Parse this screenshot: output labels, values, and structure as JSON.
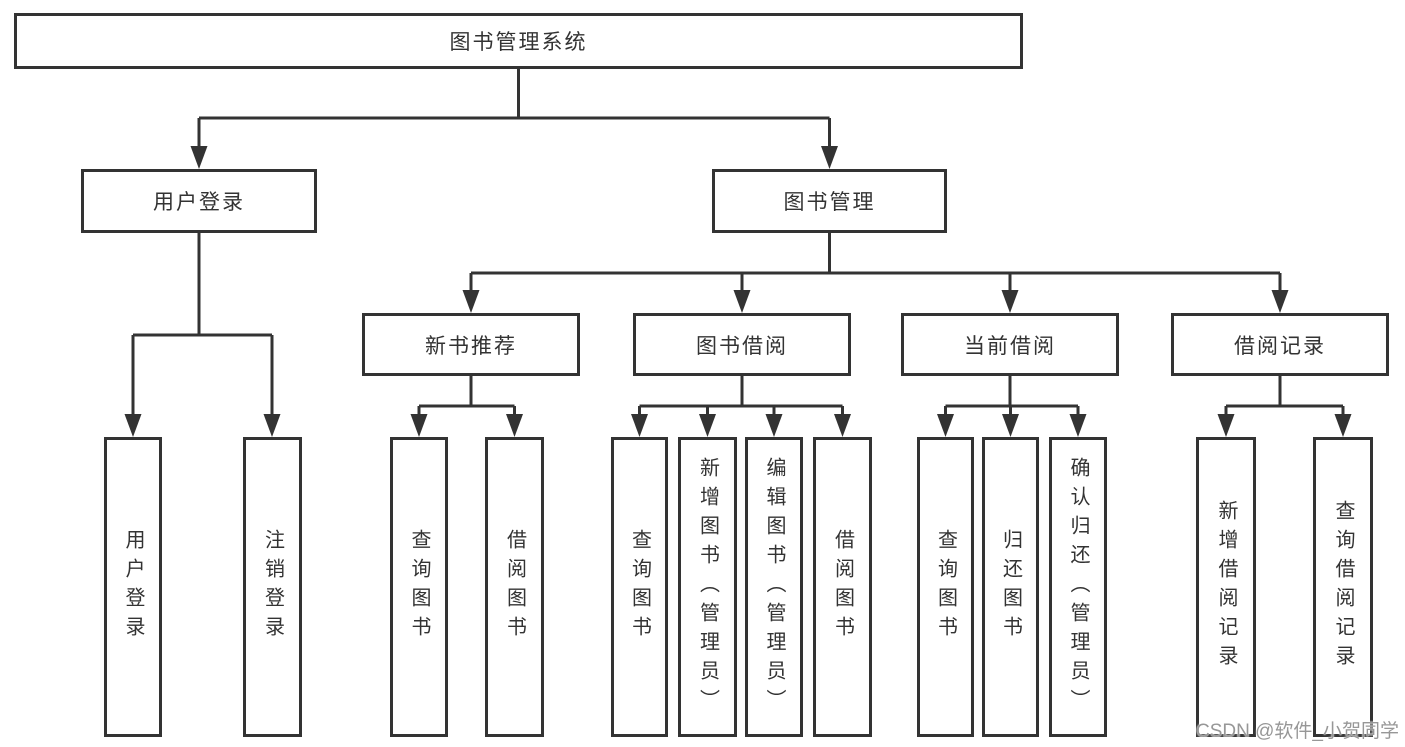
{
  "tree": {
    "label": "图书管理系统",
    "children": [
      {
        "label": "用户登录",
        "children": [
          {
            "label": "用户登录"
          },
          {
            "label": "注销登录"
          }
        ]
      },
      {
        "label": "图书管理",
        "children": [
          {
            "label": "新书推荐",
            "children": [
              {
                "label": "查询图书"
              },
              {
                "label": "借阅图书"
              }
            ]
          },
          {
            "label": "图书借阅",
            "children": [
              {
                "label": "查询图书"
              },
              {
                "label": "新增图书（管理员）"
              },
              {
                "label": "编辑图书（管理员）"
              },
              {
                "label": "借阅图书"
              }
            ]
          },
          {
            "label": "当前借阅",
            "children": [
              {
                "label": "查询图书"
              },
              {
                "label": "归还图书"
              },
              {
                "label": "确认归还（管理员）"
              }
            ]
          },
          {
            "label": "借阅记录",
            "children": [
              {
                "label": "新增借阅记录"
              },
              {
                "label": "查询借阅记录"
              }
            ]
          }
        ]
      }
    ]
  },
  "watermark": "CSDN @软件_小贺同学",
  "colors": {
    "line": "#333333",
    "text": "#333333",
    "box_background": "#ffffff",
    "watermark": "#979797",
    "background": "#ffffff"
  }
}
